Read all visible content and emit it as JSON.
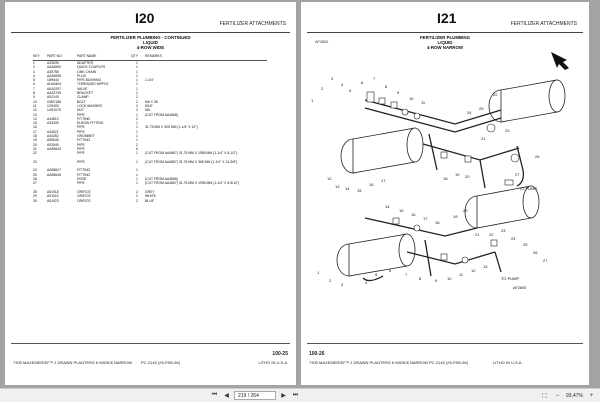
{
  "left_page": {
    "code": "I20",
    "section": "FERTILIZER ATTACHMENTS",
    "heading": [
      "FERTILIZER PLUMBING - CONTINUED",
      "LIQUID",
      "4-ROW WIDE"
    ],
    "columns": [
      "KEY",
      "PART NO.",
      "PART NAME",
      "QTY",
      "REMARKS"
    ],
    "rows": [
      [
        "1",
        "A33535",
        "ADAPTER",
        "1",
        ""
      ],
      [
        "2",
        "AA26650",
        "QUICK COUPLER",
        "1",
        ""
      ],
      [
        "3",
        "A35758",
        "LINK CHAIN",
        "1",
        ""
      ],
      [
        "4",
        "AA26658",
        "PLUG",
        "1",
        ""
      ],
      [
        "5",
        "18H844",
        "PIPE BUSHING",
        "1",
        "1-1/4\""
      ],
      [
        "6",
        "AH44404",
        "THREADED NIPPLE",
        "1",
        ""
      ],
      [
        "7",
        "AA10257",
        "VALVE",
        "1",
        ""
      ],
      [
        "8",
        "AA23796",
        "BRACKET",
        "1",
        ""
      ],
      [
        "9",
        "A92149",
        "CLAMP",
        "2",
        ""
      ],
      [
        "10",
        "03M7186",
        "BOLT",
        "2",
        "M6 X 35"
      ],
      [
        "11",
        "12H300",
        "LOCK WASHER",
        "2",
        "5/16\""
      ],
      [
        "12",
        "14H1075",
        "NUT",
        "2",
        "M6"
      ],
      [
        "13",
        "",
        "PIPE",
        "1",
        "(CUT FROM AA4868)"
      ],
      [
        "14",
        "A44810",
        "FITTING",
        "2",
        ""
      ],
      [
        "15",
        "A33339",
        "ELBOW FITTING",
        "1",
        ""
      ],
      [
        "16",
        "",
        "PIPE",
        "1",
        "31.75 MM X 305 MM (1-1/4\" X 12\")"
      ],
      [
        "17",
        "A44521",
        "PIPE",
        "1",
        ""
      ],
      [
        "18",
        "A44282",
        "GROMMET",
        "1",
        ""
      ],
      [
        "19",
        "A55645",
        "FITTING",
        "1",
        ""
      ],
      [
        "20",
        "A92649",
        "PIPE",
        "2",
        ""
      ],
      [
        "21",
        "AA55644",
        "PIPE",
        "6",
        ""
      ],
      [
        "22",
        "",
        "PIPE",
        "1",
        "(CUT FROM AA4867) 31.75 MM X 1985 MM (1-1/4\" X 6-1/2\")"
      ],
      [
        "",
        "",
        "",
        "",
        ""
      ],
      [
        "23",
        "",
        "PIPE",
        "1",
        "(CUT FROM AA4867) 31.75 MM X 365 MM (1-1/4\" X 14-3/8\")"
      ],
      [
        "",
        "",
        "",
        "",
        ""
      ],
      [
        "24",
        "AA95847",
        "FITTING",
        "1",
        ""
      ],
      [
        "25",
        "AA55648",
        "FITTING",
        "1",
        ""
      ],
      [
        "26",
        "",
        "HOSE",
        "1",
        "(CUT FROM AA4868)"
      ],
      [
        "27",
        "",
        "PIPE",
        "1",
        "(CUT FROM AA4867) 31.75 MM X 1955 MM (1-1/4\" X 6-5/12\")"
      ],
      [
        "",
        "",
        "",
        "",
        ""
      ],
      [
        "28",
        "A51918",
        "ORIFICE",
        "2",
        "GREY"
      ],
      [
        "29",
        "A51922",
        "ORIFICE",
        "2",
        "WHITE"
      ],
      [
        "30",
        "A51923",
        "ORIFICE",
        "2",
        "BLUE"
      ]
    ],
    "page_number": "100-25",
    "footer": [
      "7300 MAXEMERGE™ 2 DRAWN PLANTERS 6 WIDE/6 NARROW",
      "PC-2140 (29-FEB-96)",
      "LITHO IN U.S.A."
    ]
  },
  "right_page": {
    "code": "I21",
    "section": "FERTILIZER ATTACHMENTS",
    "heading": [
      "FERTILIZER PLUMBING",
      "LIQUID",
      "4-ROW NARROW"
    ],
    "figure_id": "AF2800",
    "drawing_id": "AF2800",
    "upper_keys": [
      "1",
      "2",
      "3",
      "4",
      "5",
      "6",
      "7",
      "8",
      "9",
      "10",
      "11",
      "12",
      "13",
      "14",
      "15",
      "16",
      "17",
      "18",
      "19",
      "20",
      "21",
      "22",
      "23",
      "24",
      "25",
      "26",
      "27"
    ],
    "lower_keys": [
      "1",
      "2",
      "3",
      "4",
      "5",
      "6",
      "7",
      "8",
      "9",
      "10",
      "11",
      "12",
      "13",
      "14",
      "15",
      "16",
      "17",
      "18",
      "19",
      "20",
      "21",
      "22",
      "23",
      "24",
      "25",
      "26",
      "27"
    ],
    "annotations": [
      "TO PUMP",
      "TO PUMP"
    ],
    "page_number": "100-26",
    "footer": [
      "7300 MAXEMERGE™ 2 DRAWN PLANTERS 6 WIDE/6 NARROW",
      "PC-2140 (29-FEB-96)",
      "LITHO IN U.S.A.",
      ""
    ]
  },
  "statusbar": {
    "current_page": "219",
    "page_count": "/ 264",
    "page_display": "219 / 264",
    "zoom": "93,47%"
  }
}
